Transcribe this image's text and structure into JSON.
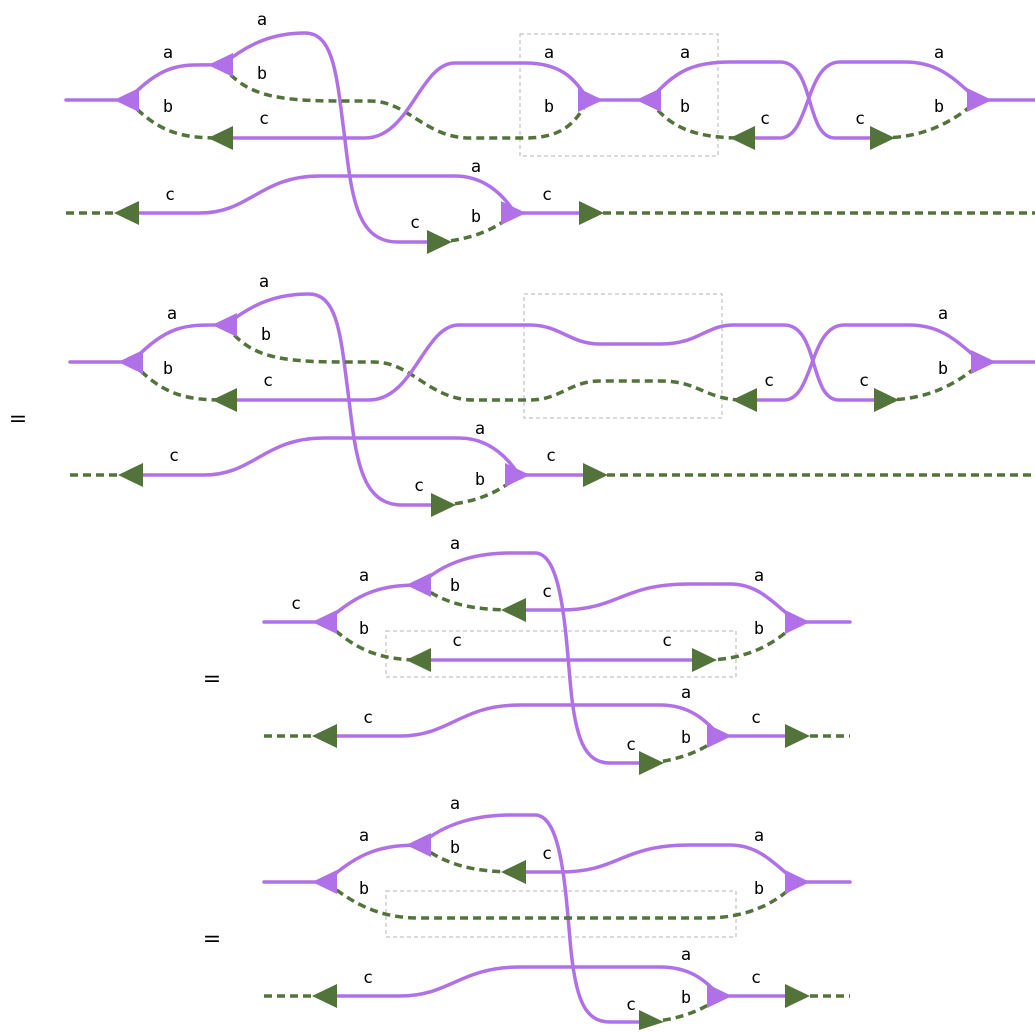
{
  "colors": {
    "purple": "#b071e8",
    "green": "#52733a",
    "box": "#b5b5b5"
  },
  "relation_symbol": "=",
  "diagrams": [
    {
      "labels": {
        "p1_l1": "a",
        "p1_l2": "b",
        "p1_l3": "a",
        "p1_l4": "b",
        "p1_l5": "c",
        "p1_l6": "a",
        "p1_l7": "b",
        "p1_l8": "a",
        "p1_l9": "b",
        "p1_l10": "c",
        "p1_l11": "c",
        "p1_l12": "a",
        "p1_l13": "b",
        "p1_l14": "c",
        "p1_l15": "a",
        "p1_l16": "c",
        "p1_l17": "c",
        "p1_l18": "b"
      }
    },
    {
      "labels": {
        "p2_l1": "a",
        "p2_l2": "b",
        "p2_l3": "a",
        "p2_l4": "b",
        "p2_l5": "c",
        "p2_l6": "c",
        "p2_l7": "c",
        "p2_l8": "a",
        "p2_l9": "b",
        "p2_l10": "c",
        "p2_l11": "a",
        "p2_l12": "c",
        "p2_l13": "c",
        "p2_l14": "b"
      }
    },
    {
      "labels": {
        "p3_l1": "c",
        "p3_l2": "a",
        "p3_l3": "b",
        "p3_l4": "a",
        "p3_l5": "b",
        "p3_l6": "c",
        "p3_l7": "a",
        "p3_l8": "b",
        "p3_l9": "c",
        "p3_l10": "c",
        "p3_l11": "c",
        "p3_l12": "a",
        "p3_l13": "c",
        "p3_l14": "c",
        "p3_l15": "b"
      }
    },
    {
      "labels": {
        "p4_l1": "a",
        "p4_l2": "b",
        "p4_l3": "a",
        "p4_l4": "b",
        "p4_l5": "c",
        "p4_l6": "a",
        "p4_l7": "b",
        "p4_l8": "c",
        "p4_l9": "a",
        "p4_l10": "c",
        "p4_l11": "c",
        "p4_l12": "b"
      }
    }
  ]
}
